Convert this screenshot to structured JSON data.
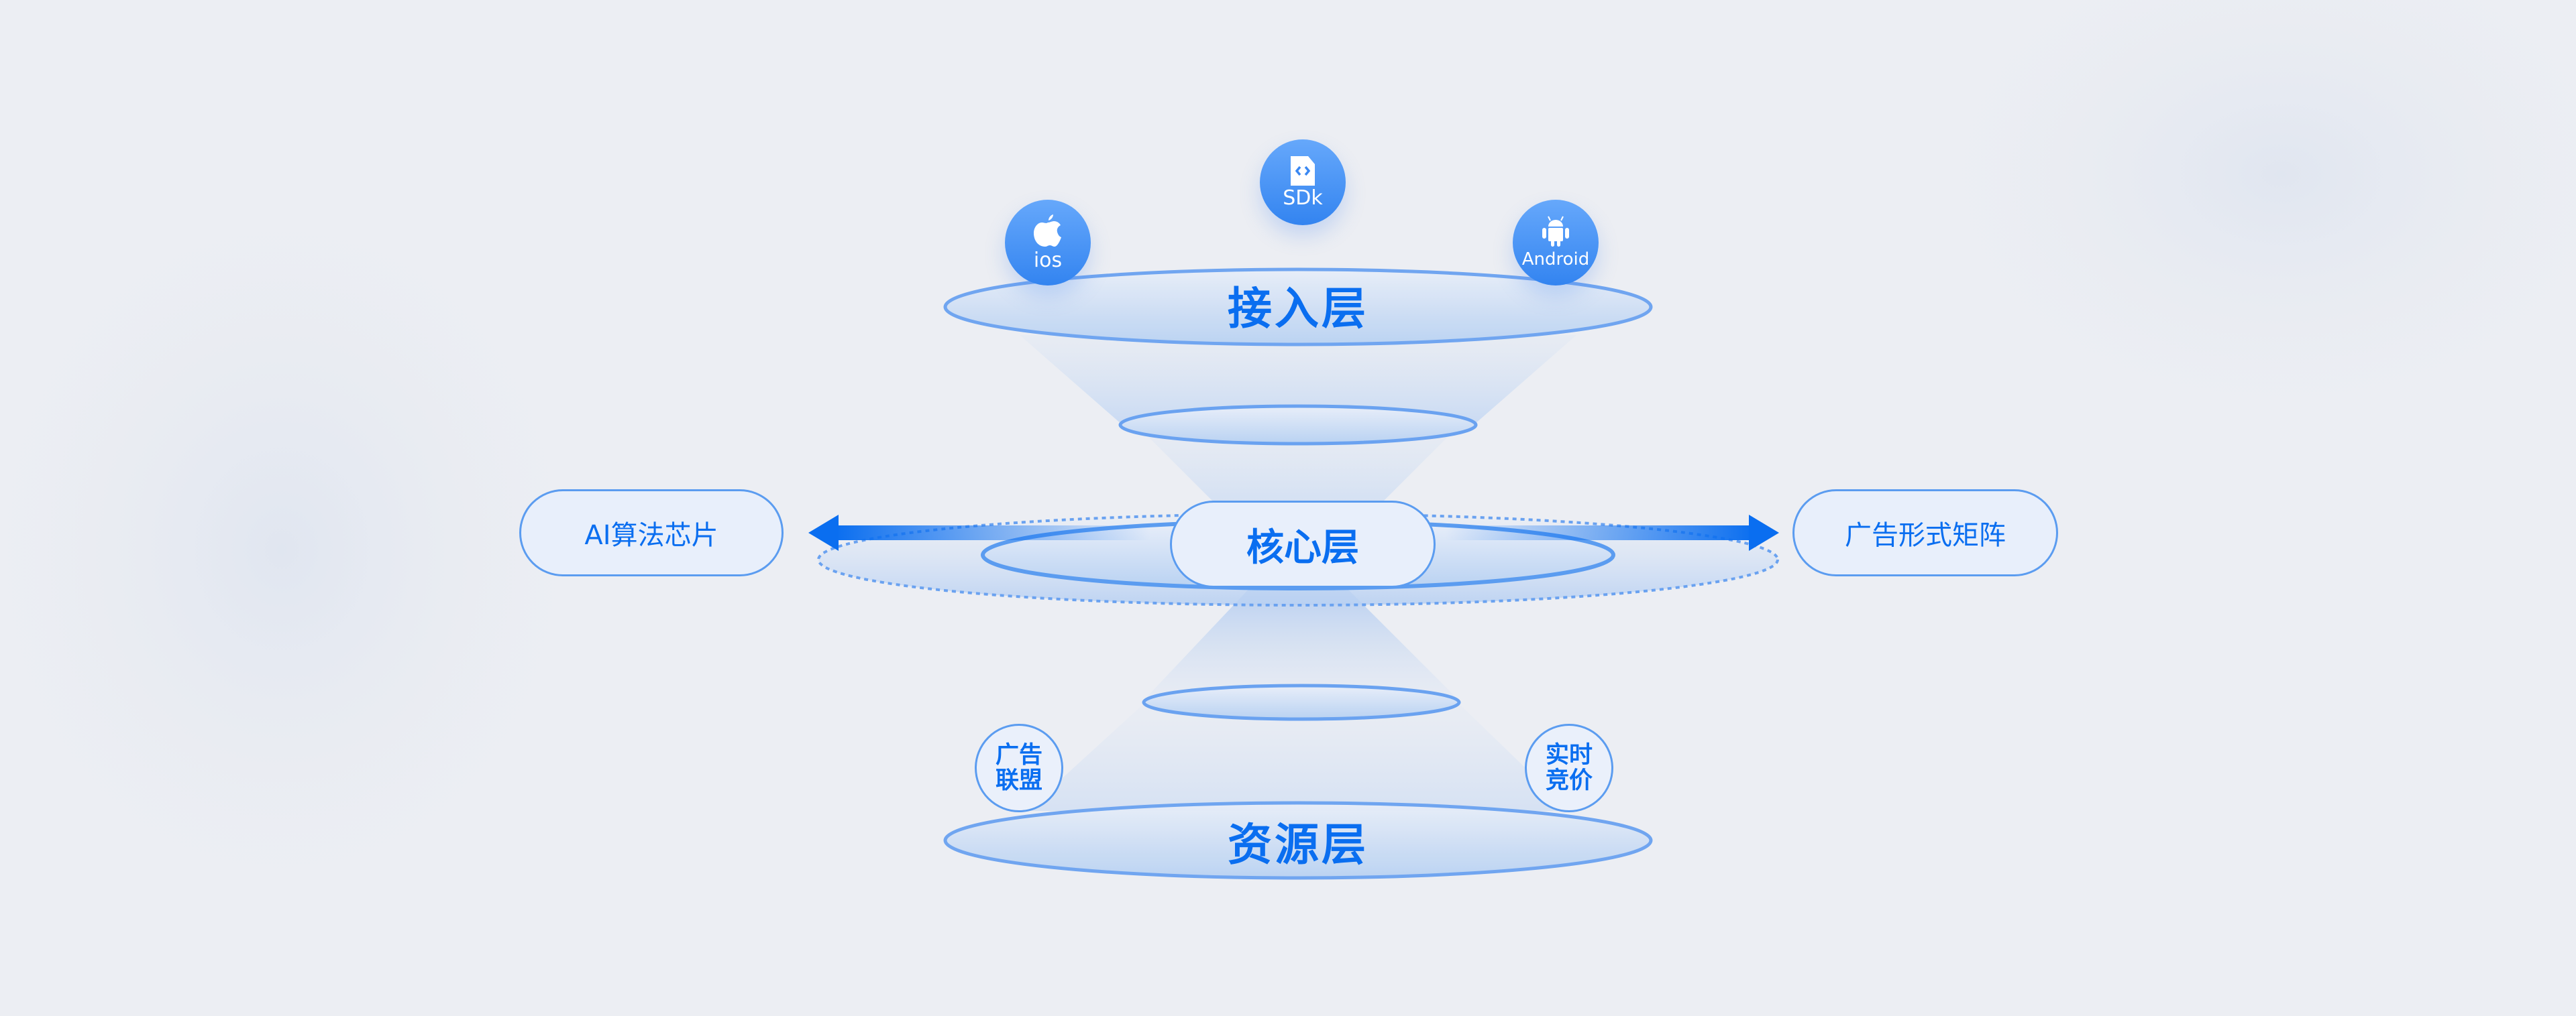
{
  "layers": {
    "access": "接入层",
    "core": "核心层",
    "resource": "资源层"
  },
  "platforms": [
    {
      "label": "ios",
      "icon": "apple-icon"
    },
    {
      "label": "SDk",
      "icon": "sdk-file-icon"
    },
    {
      "label": "Android",
      "icon": "android-icon"
    }
  ],
  "side_nodes": {
    "left": "AI算法芯片",
    "right": "广告形式矩阵"
  },
  "resources": [
    {
      "line1": "广告",
      "line2": "联盟"
    },
    {
      "line1": "实时",
      "line2": "竞价"
    }
  ],
  "colors": {
    "accent": "#0a6ef0",
    "border": "#5b9cf0",
    "background": "#eceef3"
  }
}
